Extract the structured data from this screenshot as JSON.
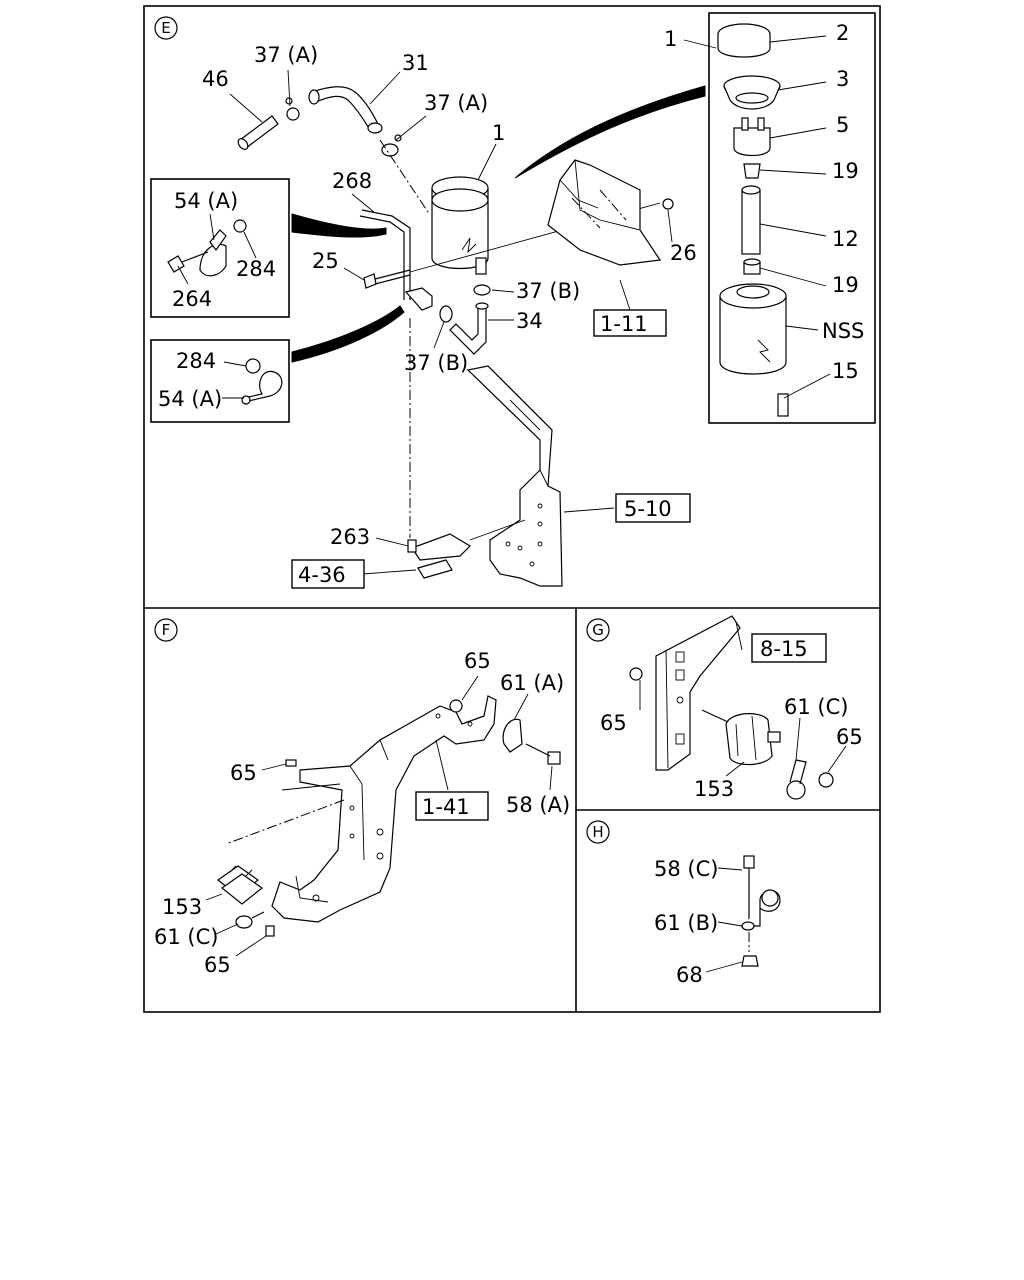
{
  "sections": [
    {
      "id": "E"
    },
    {
      "id": "F"
    },
    {
      "id": "G"
    },
    {
      "id": "H"
    }
  ],
  "callouts_E": [
    "37 (A)",
    "31",
    "46",
    "37 (A)",
    "1",
    "268",
    "54 (A)",
    "284",
    "264",
    "25",
    "26",
    "37 (B)",
    "34",
    "284",
    "54 (A)",
    "37 (B)",
    "263"
  ],
  "callouts_E_detail": [
    "1",
    "2",
    "3",
    "5",
    "19",
    "12",
    "19",
    "NSS",
    "15"
  ],
  "callouts_F": [
    "65",
    "61 (A)",
    "65",
    "58 (A)",
    "153",
    "61 (C)",
    "65"
  ],
  "callouts_G": [
    "65",
    "61 (C)",
    "65",
    "153"
  ],
  "callouts_H": [
    "58 (C)",
    "61 (B)",
    "68"
  ],
  "refs": [
    "1-11",
    "5-10",
    "4-36",
    "1-41",
    "8-15"
  ]
}
